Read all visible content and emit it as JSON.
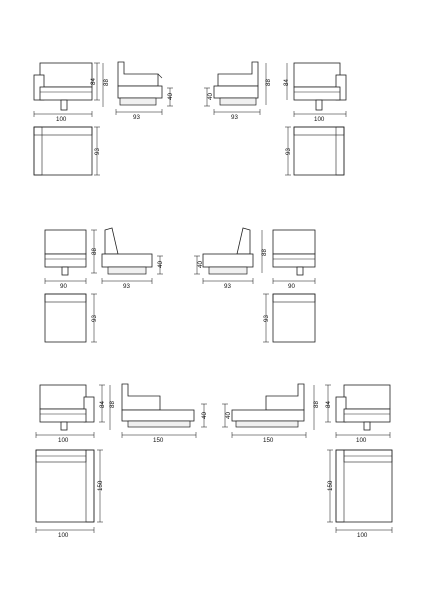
{
  "row1": {
    "arm_front_w": "100",
    "height": "88",
    "seat_h": "84",
    "side_d": "93",
    "side_seat": "40",
    "plan_depth": "93"
  },
  "row2": {
    "front_w": "90",
    "height": "88",
    "side_d": "93",
    "side_seat": "40",
    "plan_depth": "93"
  },
  "row3": {
    "front_w": "100",
    "height": "88",
    "seat_h": "84",
    "side_len": "150",
    "side_seat": "40",
    "plan_len": "150",
    "plan_w": "100"
  }
}
